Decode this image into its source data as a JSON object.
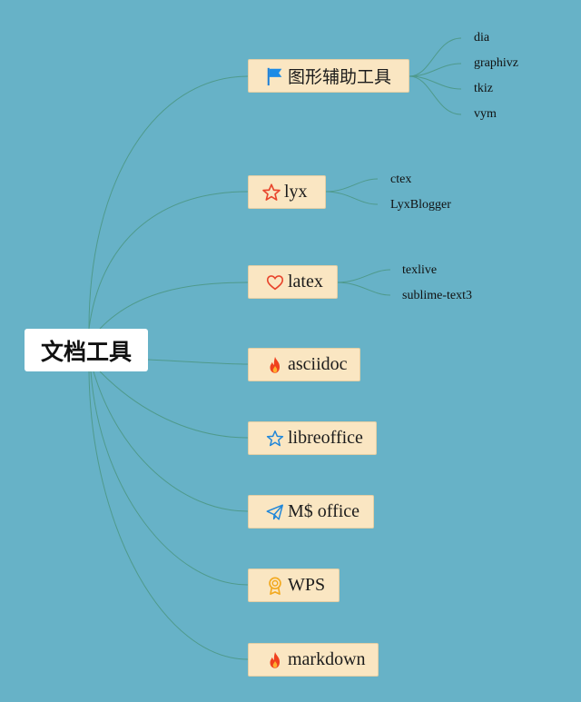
{
  "root": {
    "label": "文档工具"
  },
  "nodes": [
    {
      "label": "图形辅助工具",
      "icon": "flag-icon",
      "children": [
        "dia",
        "graphivz",
        "tkiz",
        "vym"
      ]
    },
    {
      "label": "lyx",
      "icon": "star-outline-icon",
      "children": [
        "ctex",
        "LyxBlogger"
      ]
    },
    {
      "label": "latex",
      "icon": "heart-outline-icon",
      "children": [
        "texlive",
        "sublime-text3"
      ]
    },
    {
      "label": "asciidoc",
      "icon": "fire-icon",
      "children": []
    },
    {
      "label": "libreoffice",
      "icon": "star-outline-blue-icon",
      "children": []
    },
    {
      "label": "M$ office",
      "icon": "paper-plane-icon",
      "children": []
    },
    {
      "label": "WPS",
      "icon": "award-ribbon-icon",
      "children": []
    },
    {
      "label": "markdown",
      "icon": "fire-icon",
      "children": []
    }
  ],
  "colors": {
    "background": "#67b2c7",
    "node_fill": "#fae6c2",
    "link": "#4f9a8c"
  }
}
